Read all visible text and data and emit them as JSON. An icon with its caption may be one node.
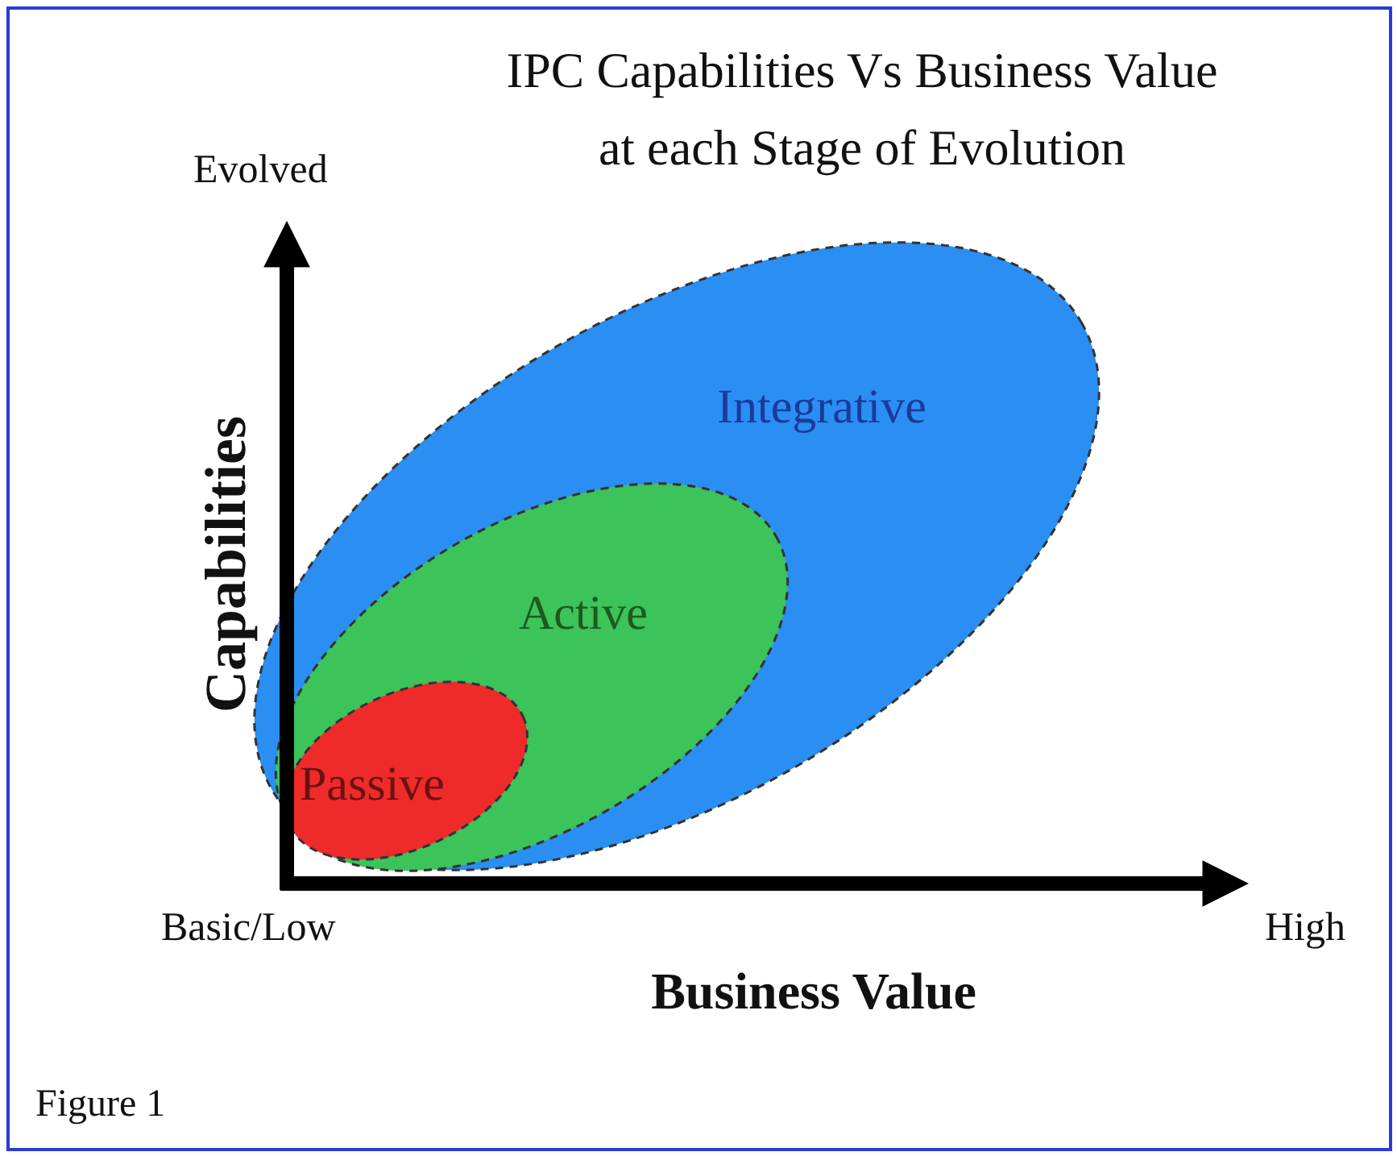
{
  "diagram": {
    "title": "IPC Capabilities Vs Business Value at each Stage of Evolution",
    "caption": "Figure 1",
    "nodes": [
      {
        "text": [
          "Integrative"
        ]
      },
      {
        "text": [
          "Active"
        ],
        "in": 0
      },
      {
        "text": [
          "Passive"
        ],
        "in": 1
      }
    ],
    "labels": [
      "Evolved",
      "Capabilities",
      "Basic/Low",
      "High",
      "Business Value"
    ]
  }
}
